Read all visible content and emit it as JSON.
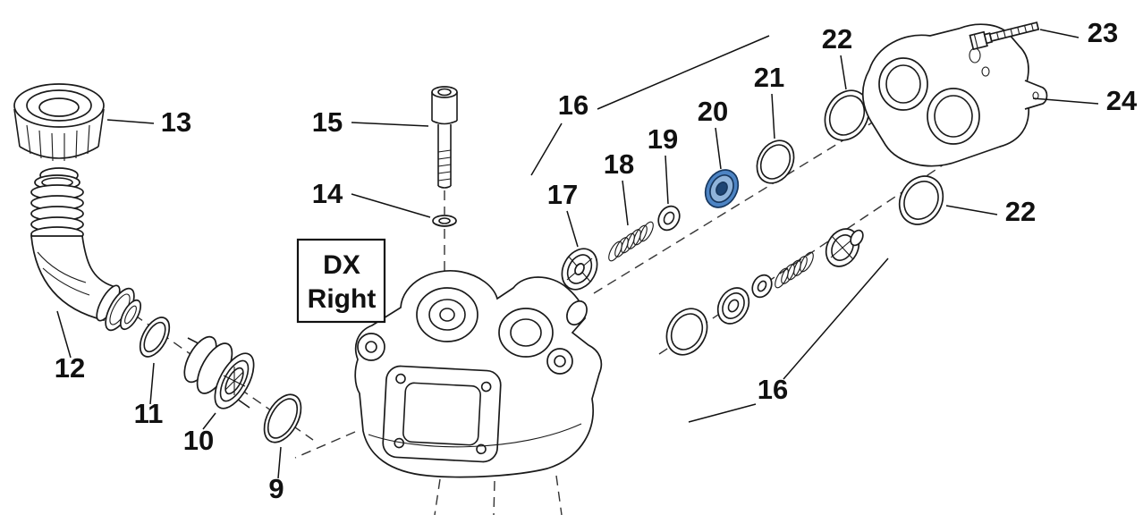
{
  "diagram": {
    "kind": "exploded-parts-diagram",
    "orientation_box": {
      "line1": "DX",
      "line2": "Right"
    },
    "highlight": {
      "outer": "#4d84c4",
      "mid": "#8fb3da",
      "hole": "#1d4473"
    },
    "parts": {
      "9": {
        "label": "9",
        "name": "o-ring"
      },
      "10": {
        "label": "10",
        "name": "hose coupling"
      },
      "11": {
        "label": "11",
        "name": "o-ring"
      },
      "12": {
        "label": "12",
        "name": "elbow hose barb"
      },
      "13": {
        "label": "13",
        "name": "threaded cap nut"
      },
      "14": {
        "label": "14",
        "name": "washer"
      },
      "15": {
        "label": "15",
        "name": "socket head screw"
      },
      "16a": {
        "label": "16",
        "name": "valve assembly group (upper)"
      },
      "16b": {
        "label": "16",
        "name": "valve assembly group (lower)"
      },
      "17": {
        "label": "17",
        "name": "valve cage"
      },
      "18": {
        "label": "18",
        "name": "valve spring"
      },
      "19": {
        "label": "19",
        "name": "valve washer"
      },
      "20": {
        "label": "20",
        "name": "seal (highlighted)"
      },
      "21": {
        "label": "21",
        "name": "o-ring"
      },
      "22a": {
        "label": "22",
        "name": "o-ring (upper)"
      },
      "22b": {
        "label": "22",
        "name": "o-ring (right)"
      },
      "23": {
        "label": "23",
        "name": "screw"
      },
      "24": {
        "label": "24",
        "name": "manifold head"
      }
    }
  }
}
